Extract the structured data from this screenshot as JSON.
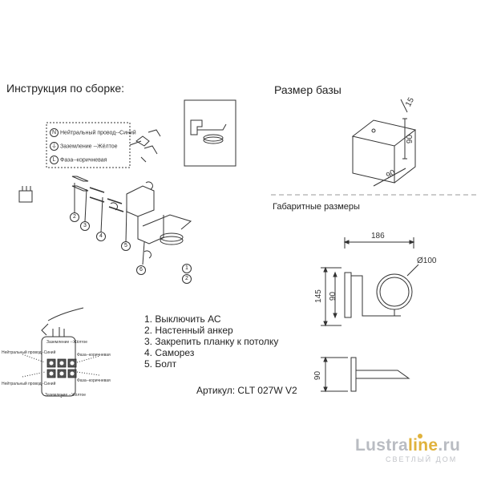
{
  "headings": {
    "assembly": "Инструкция по сборке:",
    "base_size": "Размер базы",
    "overall": "Габаритные размеры"
  },
  "legend": {
    "neutral_symbol": "N",
    "neutral": "Нейтральный провод--Синий",
    "ground": "Заземление --Жёлтое",
    "phase_symbol": "L",
    "phase": "Фаза--коричневая"
  },
  "callouts": [
    "1",
    "2",
    "3",
    "4",
    "5",
    "6"
  ],
  "steps": [
    "1. Выключить АС",
    "2. Настенный анкер",
    "3. Закрепить планку к потолку",
    "4. Саморез",
    "5. Болт"
  ],
  "article": "Артикул: CLT 027W V2",
  "base_dims": {
    "depth": "15",
    "height": "90",
    "width": "90"
  },
  "overall_dims": {
    "length": "186",
    "diameter": "Ø100",
    "height": "145",
    "base": "90",
    "side": "90"
  },
  "wiring": {
    "ground_top": "Заземление --Жёлтое",
    "neutral_left": "Нейтральный провод -Синий",
    "phase_right": "Фаза--коричневая",
    "neutral_left2": "Нейтральный провод -Синий",
    "phase_right2": "Фаза--коричневая",
    "ground_bottom": "Заземление --Жёлтое"
  },
  "logo": {
    "main_a": "Lustra",
    "main_b": "line",
    "main_c": ".ru",
    "sub": "СВЕТЛЫЙ ДОМ"
  },
  "colors": {
    "line": "#333333",
    "logo_accent": "#e0b23c",
    "logo_gray": "#b9bcc2"
  }
}
